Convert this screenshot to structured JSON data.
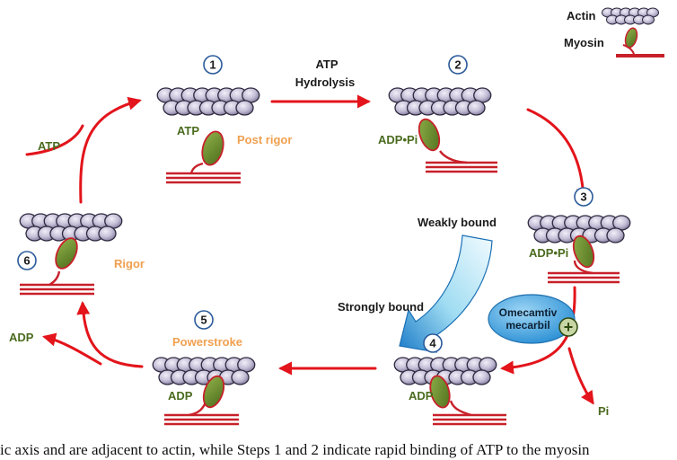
{
  "legend": {
    "actin": "Actin",
    "myosin": "Myosin"
  },
  "steps": [
    {
      "num": "1",
      "nucleotide": "ATP",
      "state": "Post rigor"
    },
    {
      "num": "2",
      "nucleotide": "ADP•Pi",
      "state": ""
    },
    {
      "num": "3",
      "nucleotide": "ADP•Pi",
      "state": ""
    },
    {
      "num": "4",
      "nucleotide": "ADP",
      "state": ""
    },
    {
      "num": "5",
      "nucleotide": "ADP",
      "state": "Powerstroke"
    },
    {
      "num": "6",
      "nucleotide": "",
      "state": "Rigor"
    }
  ],
  "transitions": {
    "hydrolysis_line1": "ATP",
    "hydrolysis_line2": "Hydrolysis",
    "weakly_bound": "Weakly bound",
    "strongly_bound": "Strongly bound",
    "atp_in": "ATP",
    "adp_out": "ADP",
    "pi_out": "Pi"
  },
  "drug": {
    "line1": "Omecamtiv",
    "line2": "mecarbil",
    "sign": "+"
  },
  "caption": "ic axis and are adjacent to actin, while Steps 1 and 2 indicate rapid binding of ATP to the myosin",
  "colors": {
    "arrow": "#e3141b",
    "myosin_head": "#6b8e2e",
    "thick_filament": "#c8202a",
    "actin_fill": "#c4bed6",
    "drug_fill": "#3aa0de"
  }
}
